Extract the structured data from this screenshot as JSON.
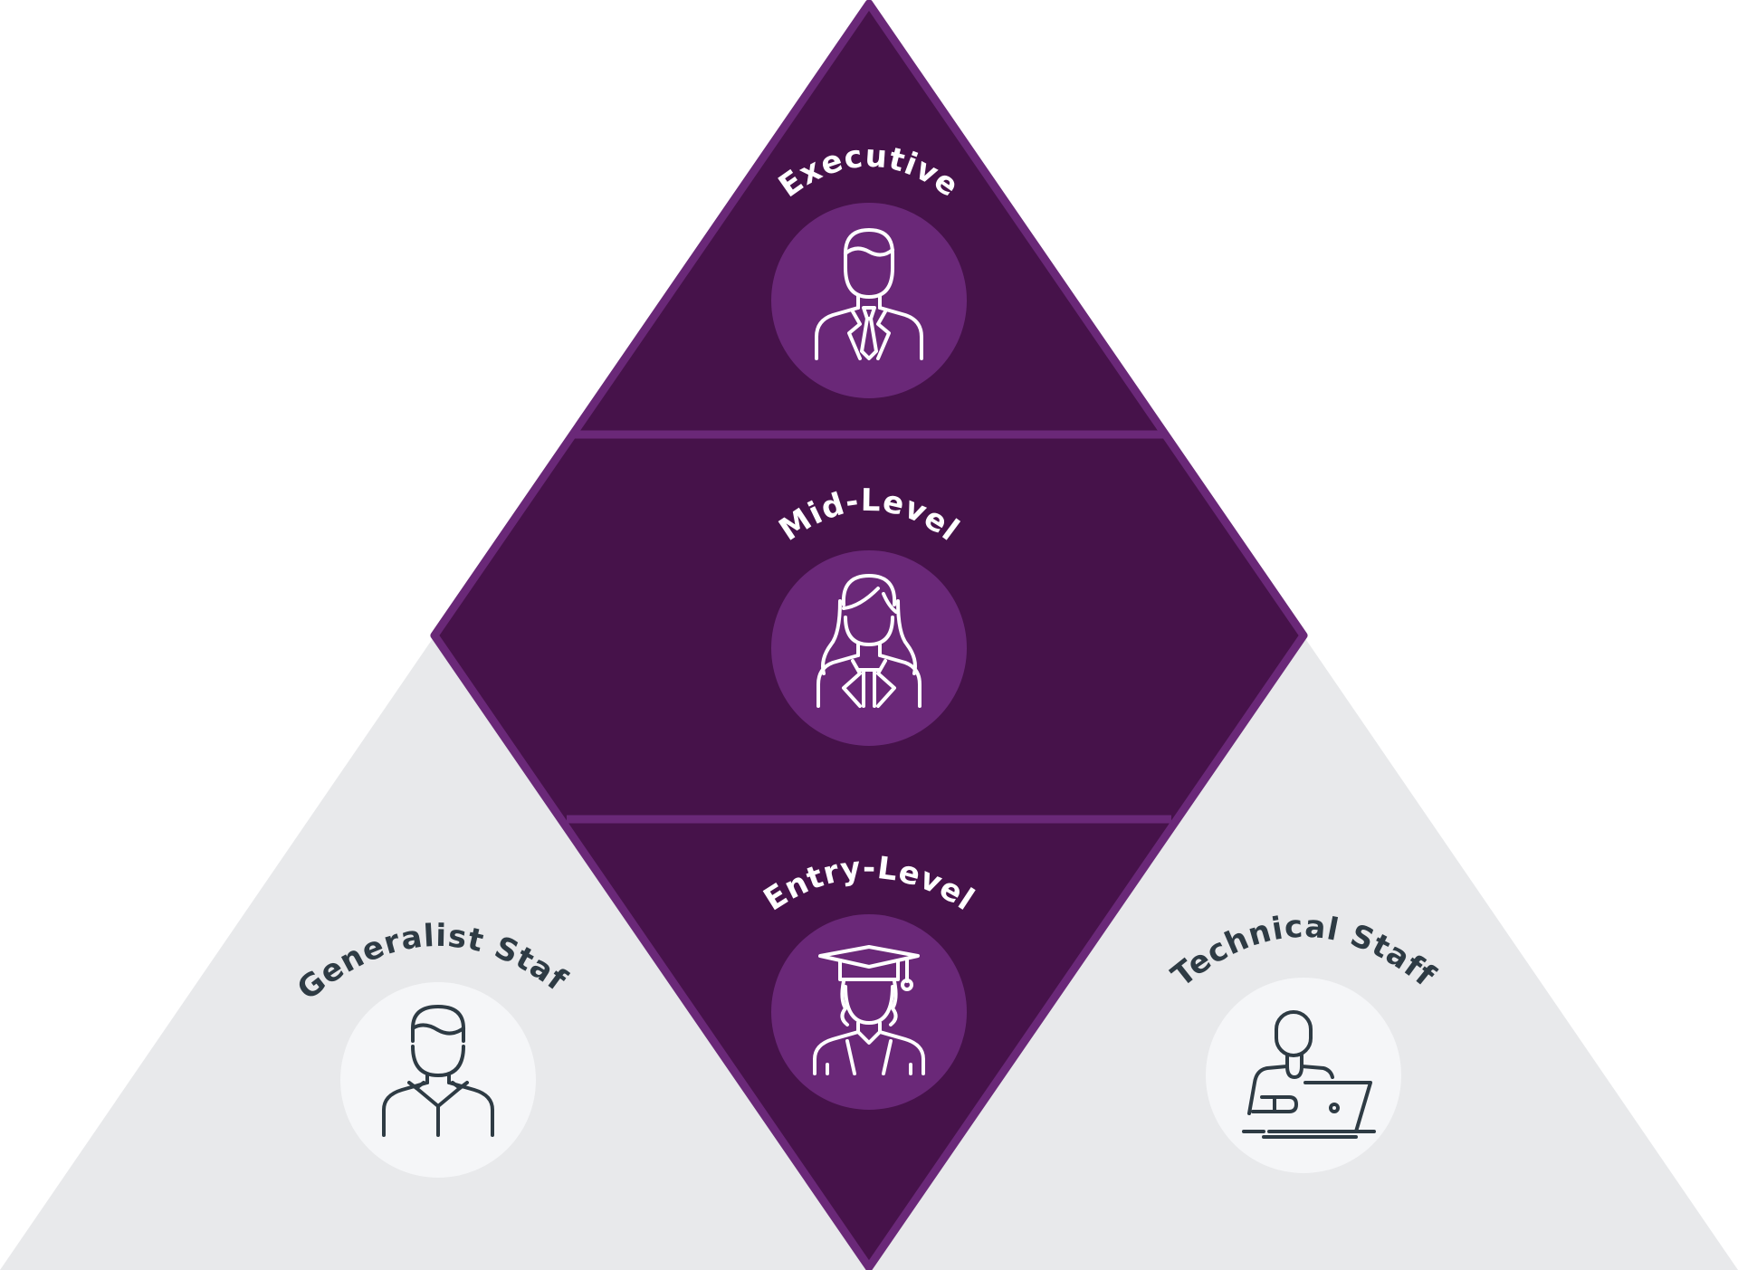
{
  "diagram": {
    "levels": [
      {
        "label": "Executive",
        "icon": "executive-person-icon"
      },
      {
        "label": "Mid-Level",
        "icon": "mid-level-person-icon"
      },
      {
        "label": "Entry-Level",
        "icon": "graduate-person-icon"
      }
    ],
    "sides": [
      {
        "label": "Generalist Staff",
        "icon": "generalist-person-icon"
      },
      {
        "label": "Technical Staff",
        "icon": "technical-person-laptop-icon"
      }
    ],
    "colors": {
      "diamond_fill": "#46124a",
      "diamond_stroke": "#6a2878",
      "icon_circle_purple": "#6a2878",
      "side_fill": "#e8e9eb",
      "side_circle": "#f5f6f8",
      "dark_text": "#2e3b44",
      "light_text": "#ffffff"
    }
  }
}
